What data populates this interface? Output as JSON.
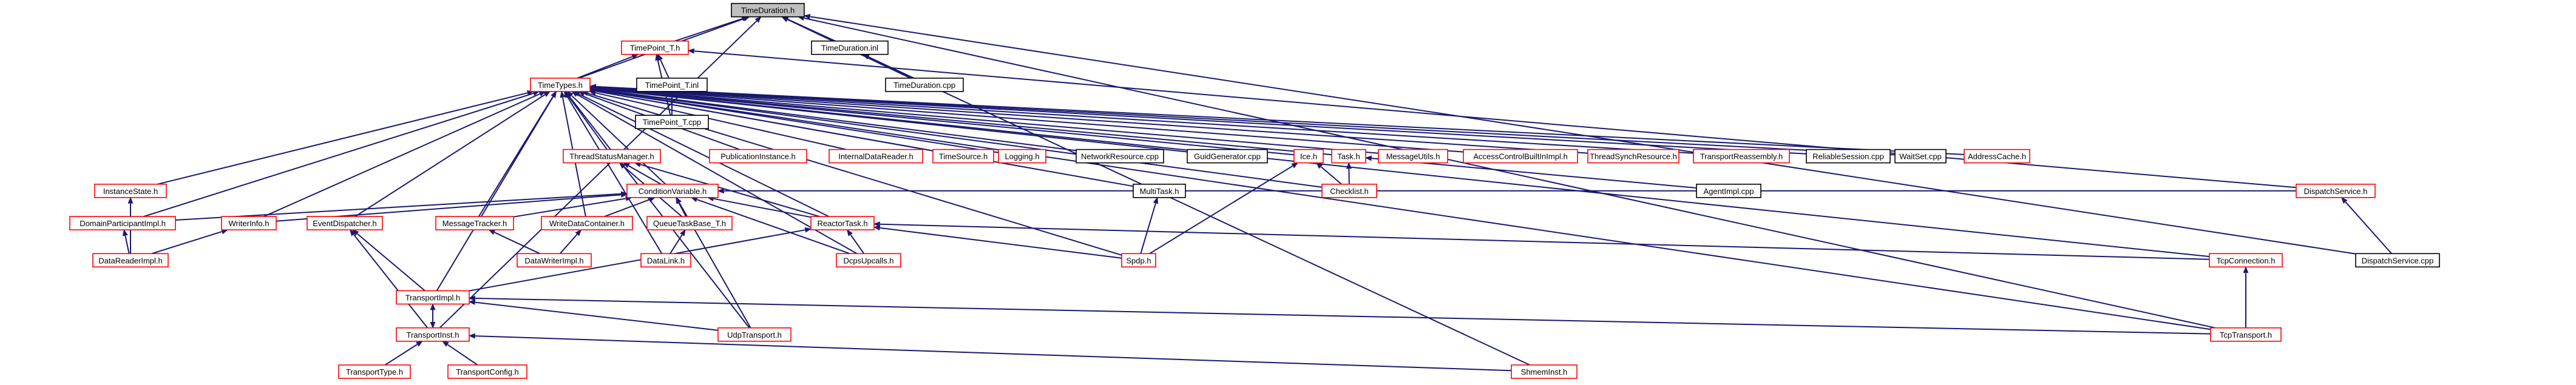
{
  "colors": {
    "edge": "#191970",
    "root_fill": "#bfbfbf",
    "root_border": "#000000",
    "doc_border": "#ff0000",
    "nodoc_border": "#000000",
    "node_fill": "#ffffff"
  },
  "nodes": {
    "TimeDuration_h": {
      "label": "TimeDuration.h",
      "kind": "root"
    },
    "TimePoint_T_h": {
      "label": "TimePoint_T.h",
      "kind": "doc"
    },
    "TimeDuration_inl": {
      "label": "TimeDuration.inl",
      "kind": "nodoc"
    },
    "TimeDuration_cpp": {
      "label": "TimeDuration.cpp",
      "kind": "nodoc"
    },
    "TimeTypes_h": {
      "label": "TimeTypes.h",
      "kind": "doc"
    },
    "TimePoint_T_inl": {
      "label": "TimePoint_T.inl",
      "kind": "nodoc"
    },
    "TimePoint_T_cpp": {
      "label": "TimePoint_T.cpp",
      "kind": "nodoc"
    },
    "ThreadStatusManager_h": {
      "label": "ThreadStatusManager.h",
      "kind": "doc"
    },
    "PublicationInstance_h": {
      "label": "PublicationInstance.h",
      "kind": "doc"
    },
    "InternalDataReader_h": {
      "label": "InternalDataReader.h",
      "kind": "doc"
    },
    "TimeSource_h": {
      "label": "TimeSource.h",
      "kind": "doc"
    },
    "Logging_h": {
      "label": "Logging.h",
      "kind": "doc"
    },
    "NetworkResource_cpp": {
      "label": "NetworkResource.cpp",
      "kind": "nodoc"
    },
    "GuidGenerator_cpp": {
      "label": "GuidGenerator.cpp",
      "kind": "nodoc"
    },
    "Ice_h": {
      "label": "Ice.h",
      "kind": "doc"
    },
    "Task_h": {
      "label": "Task.h",
      "kind": "doc"
    },
    "MessageUtils_h": {
      "label": "MessageUtils.h",
      "kind": "doc"
    },
    "AccessControlBuiltInImpl_h": {
      "label": "AccessControlBuiltInImpl.h",
      "kind": "doc"
    },
    "ThreadSynchResource_h": {
      "label": "ThreadSynchResource.h",
      "kind": "doc"
    },
    "TransportReassembly_h": {
      "label": "TransportReassembly.h",
      "kind": "doc"
    },
    "ReliableSession_cpp": {
      "label": "ReliableSession.cpp",
      "kind": "nodoc"
    },
    "WaitSet_cpp": {
      "label": "WaitSet.cpp",
      "kind": "nodoc"
    },
    "AddressCache_h": {
      "label": "AddressCache.h",
      "kind": "doc"
    },
    "InstanceState_h": {
      "label": "InstanceState.h",
      "kind": "doc"
    },
    "ConditionVariable_h": {
      "label": "ConditionVariable.h",
      "kind": "doc"
    },
    "MultiTask_h": {
      "label": "MultiTask.h",
      "kind": "nodoc"
    },
    "Checklist_h": {
      "label": "Checklist.h",
      "kind": "doc"
    },
    "AgentImpl_cpp": {
      "label": "AgentImpl.cpp",
      "kind": "nodoc"
    },
    "DispatchService_h": {
      "label": "DispatchService.h",
      "kind": "doc"
    },
    "DomainParticipantImpl_h": {
      "label": "DomainParticipantImpl.h",
      "kind": "doc"
    },
    "WriterInfo_h": {
      "label": "WriterInfo.h",
      "kind": "doc"
    },
    "EventDispatcher_h": {
      "label": "EventDispatcher.h",
      "kind": "doc"
    },
    "MessageTracker_h": {
      "label": "MessageTracker.h",
      "kind": "doc"
    },
    "WriteDataContainer_h": {
      "label": "WriteDataContainer.h",
      "kind": "doc"
    },
    "QueueTaskBase_T_h": {
      "label": "QueueTaskBase_T.h",
      "kind": "doc"
    },
    "ReactorTask_h": {
      "label": "ReactorTask.h",
      "kind": "doc"
    },
    "DataReaderImpl_h": {
      "label": "DataReaderImpl.h",
      "kind": "doc"
    },
    "DataWriterImpl_h": {
      "label": "DataWriterImpl.h",
      "kind": "doc"
    },
    "DataLink_h": {
      "label": "DataLink.h",
      "kind": "doc"
    },
    "DcpsUpcalls_h": {
      "label": "DcpsUpcalls.h",
      "kind": "doc"
    },
    "Spdp_h": {
      "label": "Spdp.h",
      "kind": "doc"
    },
    "TcpConnection_h": {
      "label": "TcpConnection.h",
      "kind": "doc"
    },
    "DispatchService_cpp": {
      "label": "DispatchService.cpp",
      "kind": "nodoc"
    },
    "TransportImpl_h": {
      "label": "TransportImpl.h",
      "kind": "doc"
    },
    "TransportInst_h": {
      "label": "TransportInst.h",
      "kind": "doc"
    },
    "UdpTransport_h": {
      "label": "UdpTransport.h",
      "kind": "doc"
    },
    "TcpTransport_h": {
      "label": "TcpTransport.h",
      "kind": "doc"
    },
    "TransportType_h": {
      "label": "TransportType.h",
      "kind": "doc"
    },
    "TransportConfig_h": {
      "label": "TransportConfig.h",
      "kind": "doc"
    },
    "ShmemInst_h": {
      "label": "ShmemInst.h",
      "kind": "doc"
    }
  },
  "edges": [
    [
      "TimePoint_T_h",
      "TimeDuration_h"
    ],
    [
      "TimeDuration_inl",
      "TimeDuration_h"
    ],
    [
      "TimeDuration_cpp",
      "TimeDuration_h"
    ],
    [
      "TimeTypes_h",
      "TimeDuration_h"
    ],
    [
      "DispatchService_cpp",
      "TimeDuration_h"
    ],
    [
      "TcpTransport_h",
      "TimeDuration_h"
    ],
    [
      "ShmemInst_h",
      "TimeDuration_h"
    ],
    [
      "TransportInst_h",
      "TimeDuration_h"
    ],
    [
      "TimeDuration_cpp",
      "TimeDuration_inl"
    ],
    [
      "TimeTypes_h",
      "TimePoint_T_h"
    ],
    [
      "TimePoint_T_inl",
      "TimePoint_T_h"
    ],
    [
      "TimePoint_T_cpp",
      "TimePoint_T_h"
    ],
    [
      "DispatchService_h",
      "TimePoint_T_h"
    ],
    [
      "TimePoint_T_cpp",
      "TimePoint_T_inl"
    ],
    [
      "ThreadStatusManager_h",
      "TimeTypes_h"
    ],
    [
      "PublicationInstance_h",
      "TimeTypes_h"
    ],
    [
      "InternalDataReader_h",
      "TimeTypes_h"
    ],
    [
      "TimeSource_h",
      "TimeTypes_h"
    ],
    [
      "Logging_h",
      "TimeTypes_h"
    ],
    [
      "NetworkResource_cpp",
      "TimeTypes_h"
    ],
    [
      "GuidGenerator_cpp",
      "TimeTypes_h"
    ],
    [
      "Ice_h",
      "TimeTypes_h"
    ],
    [
      "Task_h",
      "TimeTypes_h"
    ],
    [
      "MessageUtils_h",
      "TimeTypes_h"
    ],
    [
      "AccessControlBuiltInImpl_h",
      "TimeTypes_h"
    ],
    [
      "ThreadSynchResource_h",
      "TimeTypes_h"
    ],
    [
      "TransportReassembly_h",
      "TimeTypes_h"
    ],
    [
      "ReliableSession_cpp",
      "TimeTypes_h"
    ],
    [
      "WaitSet_cpp",
      "TimeTypes_h"
    ],
    [
      "AddressCache_h",
      "TimeTypes_h"
    ],
    [
      "InstanceState_h",
      "TimeTypes_h"
    ],
    [
      "ConditionVariable_h",
      "TimeTypes_h"
    ],
    [
      "MultiTask_h",
      "TimeTypes_h"
    ],
    [
      "Checklist_h",
      "TimeTypes_h"
    ],
    [
      "DomainParticipantImpl_h",
      "TimeTypes_h"
    ],
    [
      "WriterInfo_h",
      "TimeTypes_h"
    ],
    [
      "EventDispatcher_h",
      "TimeTypes_h"
    ],
    [
      "MessageTracker_h",
      "TimeTypes_h"
    ],
    [
      "WriteDataContainer_h",
      "TimeTypes_h"
    ],
    [
      "ReactorTask_h",
      "TimeTypes_h"
    ],
    [
      "DataLink_h",
      "TimeTypes_h"
    ],
    [
      "DcpsUpcalls_h",
      "TimeTypes_h"
    ],
    [
      "Spdp_h",
      "TimeTypes_h"
    ],
    [
      "TcpConnection_h",
      "TimeTypes_h"
    ],
    [
      "TransportImpl_h",
      "TimeTypes_h"
    ],
    [
      "UdpTransport_h",
      "TimeTypes_h"
    ],
    [
      "TcpTransport_h",
      "TimeTypes_h"
    ],
    [
      "ConditionVariable_h",
      "ThreadStatusManager_h"
    ],
    [
      "QueueTaskBase_T_h",
      "ThreadStatusManager_h"
    ],
    [
      "ReactorTask_h",
      "ThreadStatusManager_h"
    ],
    [
      "DataReaderImpl_h",
      "InstanceState_h"
    ],
    [
      "DomainParticipantImpl_h",
      "ConditionVariable_h"
    ],
    [
      "WriterInfo_h",
      "ConditionVariable_h"
    ],
    [
      "MessageTracker_h",
      "ConditionVariable_h"
    ],
    [
      "WriteDataContainer_h",
      "ConditionVariable_h"
    ],
    [
      "QueueTaskBase_T_h",
      "ConditionVariable_h"
    ],
    [
      "ReactorTask_h",
      "ConditionVariable_h"
    ],
    [
      "DcpsUpcalls_h",
      "ConditionVariable_h"
    ],
    [
      "UdpTransport_h",
      "ConditionVariable_h"
    ],
    [
      "DispatchService_h",
      "ConditionVariable_h"
    ],
    [
      "Spdp_h",
      "MultiTask_h"
    ],
    [
      "Checklist_h",
      "Ice_h"
    ],
    [
      "Spdp_h",
      "Ice_h"
    ],
    [
      "Checklist_h",
      "Task_h"
    ],
    [
      "AgentImpl_cpp",
      "Task_h"
    ],
    [
      "DispatchService_cpp",
      "DispatchService_h"
    ],
    [
      "DataReaderImpl_h",
      "DomainParticipantImpl_h"
    ],
    [
      "DataReaderImpl_h",
      "WriterInfo_h"
    ],
    [
      "TransportImpl_h",
      "EventDispatcher_h"
    ],
    [
      "TransportInst_h",
      "EventDispatcher_h"
    ],
    [
      "DataWriterImpl_h",
      "MessageTracker_h"
    ],
    [
      "DataWriterImpl_h",
      "WriteDataContainer_h"
    ],
    [
      "DataLink_h",
      "QueueTaskBase_T_h"
    ],
    [
      "DcpsUpcalls_h",
      "ReactorTask_h"
    ],
    [
      "Spdp_h",
      "ReactorTask_h"
    ],
    [
      "TcpConnection_h",
      "ReactorTask_h"
    ],
    [
      "TransportImpl_h",
      "ReactorTask_h"
    ],
    [
      "TcpTransport_h",
      "TcpConnection_h"
    ],
    [
      "TransportInst_h",
      "TransportImpl_h"
    ],
    [
      "UdpTransport_h",
      "TransportImpl_h"
    ],
    [
      "TcpTransport_h",
      "TransportImpl_h"
    ],
    [
      "TransportImpl_h",
      "TransportInst_h"
    ],
    [
      "TransportType_h",
      "TransportInst_h"
    ],
    [
      "TransportConfig_h",
      "TransportInst_h"
    ],
    [
      "ShmemInst_h",
      "TransportInst_h"
    ]
  ]
}
